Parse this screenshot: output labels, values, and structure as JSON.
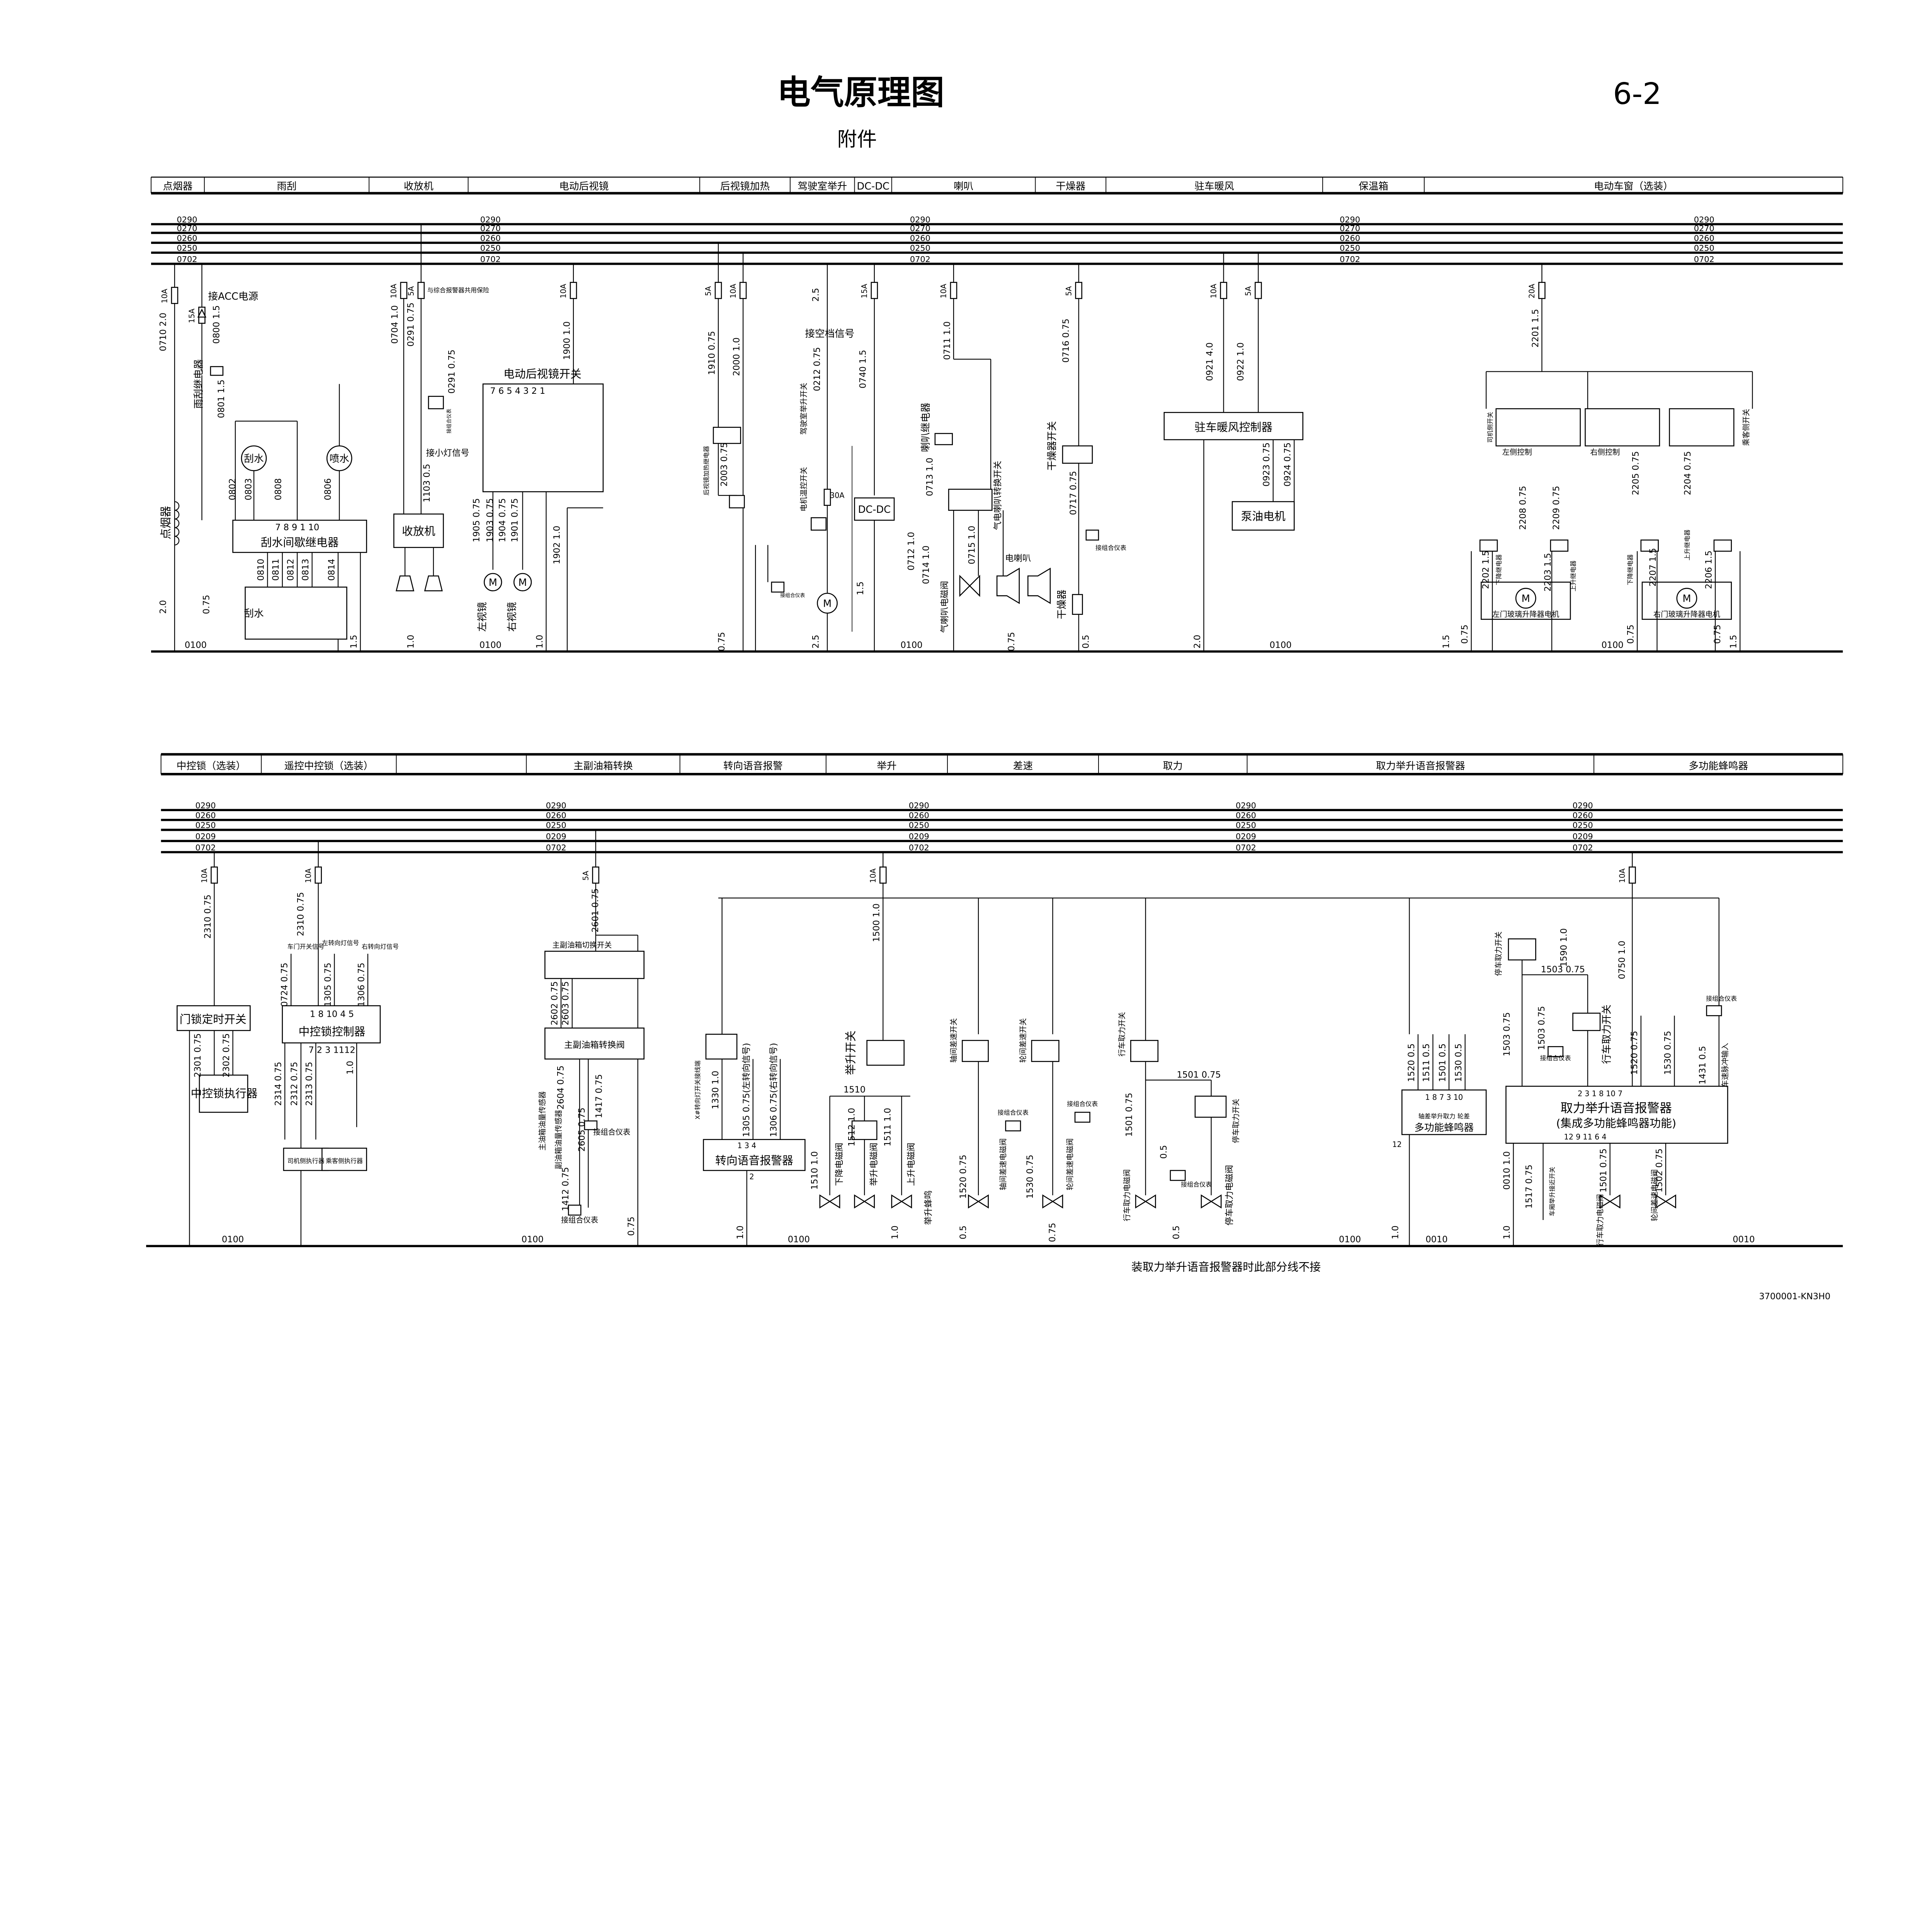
{
  "header": {
    "title": "电气原理图",
    "page": "6-2",
    "subtitle": "附件"
  },
  "top_sections": [
    "点烟器",
    "雨刮",
    "收放机",
    "电动后视镜",
    "后视镜加热",
    "驾驶室举升",
    "DC-DC",
    "喇叭",
    "干燥器",
    "驻车暖风",
    "保温箱",
    "电动车窗（选装）"
  ],
  "bottom_sections": [
    "中控锁（选装）",
    "遥控中控锁（选装）",
    "",
    "主副油箱转换",
    "转向语音报警",
    "举升",
    "差速",
    "取力",
    "取力举升语音报警器",
    "多功能蜂鸣器"
  ],
  "top_buses": [
    "0290",
    "0270",
    "0260",
    "0250",
    "0702"
  ],
  "bottom_buses": [
    "0290",
    "0260",
    "0250",
    "0209",
    "0702"
  ],
  "grounds": {
    "main": "0100",
    "alt": "0010"
  },
  "top_fuses": [
    "10A",
    "15A",
    "10A",
    "5A",
    "10A",
    "5A",
    "10A",
    "15A",
    "10A",
    "5A",
    "10A",
    "5A",
    "20A",
    "30A"
  ],
  "bottom_fuses": [
    "10A",
    "10A",
    "5A",
    "10A",
    "10A"
  ],
  "components": [
    "点烟器",
    "雨刮继电器",
    "刮水间歇继电器",
    "刮水",
    "喷水",
    "收放机",
    "电动后视镜开关",
    "左视镜",
    "右视镜",
    "后视镜加热继电器",
    "驾驶室举升开关",
    "电机温控开关",
    "DC-DC",
    "喇叭继电器",
    "气电喇叭转换开关",
    "气喇叭电磁阀",
    "电喇叭",
    "干燥器开关",
    "干燥器",
    "驻车暖风控制器",
    "泵油电机",
    "司机侧开关",
    "左侧控制",
    "右侧控制",
    "乘客侧开关",
    "下降继电器",
    "上升继电器",
    "下降继电器",
    "上升继电器",
    "左门玻璃升降器电机",
    "右门玻璃升降器电机",
    "门锁定时开关",
    "中控锁执行器",
    "中控锁控制器",
    "司机侧执行器",
    "乘客侧执行器",
    "主副油箱切换开关",
    "主副油箱转换阀",
    "主油箱油量传感器",
    "副油箱油量传感器",
    "转向语音报警器",
    "举升开关",
    "下降电磁阀",
    "举升电磁阀",
    "上升电磁阀",
    "举升蜂鸣",
    "轴间差速开关",
    "轮间差速开关",
    "轴间差速电磁阀",
    "轮间差速电磁阀",
    "行车取力开关",
    "停车取力开关",
    "行车取力电磁阀",
    "停车取力电磁阀",
    "取力举升语音报警器",
    "(集成多功能蜂鸣器功能)",
    "多功能蜂鸣器",
    "轴差举升取力 轮差",
    "停车取力开关",
    "行车取力开关",
    "车厢举升接近开关",
    "行车取力电磁阀",
    "轮间差速电磁阀",
    "刮水"
  ],
  "notes": [
    "接ACC电源",
    "与综合报警器共用保险",
    "接小灯信号",
    "接空档信号",
    "接组合仪表",
    "车门开关信号",
    "左转向灯信号",
    "右转向灯信号",
    "X#转向灯开关接线端",
    "车速脉冲输入"
  ],
  "pins": [
    "7  8  9   1  10",
    "1  8 10  4   5",
    "7  2  3      1112",
    "1 3 4",
    "2",
    "2        3   1   8  10   7",
    "12   9  11          6       4",
    "1  8  7  3  10",
    "12",
    "7 6 5 4 3 2 1"
  ],
  "top_wires": [
    "0710  2.0",
    "0801  1.5",
    "0800  1.5",
    "0802",
    "0803",
    "0808",
    "0806",
    "0810",
    "0811",
    "0812",
    "0813",
    "0814",
    "0704  1.0",
    "0291  0.75",
    "0291  0.75",
    "1103  0.5",
    "1900  1.0",
    "1905  0.75",
    "1903  0.75",
    "1904  0.75",
    "1901  0.75",
    "1902  1.0",
    "1910  0.75",
    "2000  1.0",
    "2003  0.75",
    "0212  0.75",
    "0740  1.5",
    "0711  1.0",
    "0713  1.0",
    "0712  1.0",
    "0714  1.0",
    "0715  1.0",
    "0716  0.75",
    "0717  0.75",
    "0921  4.0",
    "0922  1.0",
    "0923  0.75",
    "0924  0.75",
    "2201  1.5",
    "2202  1.5",
    "2203  1.5",
    "2208  0.75",
    "2209  0.75",
    "2204  0.75",
    "2205  0.75",
    "2206  1.5",
    "2207  1.5",
    "2.0",
    "0.75",
    "1.0",
    "1.0",
    "0.75",
    "2.5",
    "1.5",
    "0.75",
    "0.5",
    "2.0",
    "1.5",
    "0.75",
    "0.75",
    "1.5",
    "1.5",
    "0.75",
    "2.5"
  ],
  "bottom_wires": [
    "2310  0.75",
    "2310  0.75",
    "2301  0.75",
    "2302  0.75",
    "0724  0.75",
    "1305  0.75",
    "1306  0.75",
    "2314  0.75",
    "2312  0.75",
    "2313  0.75",
    "1.0",
    "2601  0.75",
    "2602  0.75",
    "2603  0.75",
    "2604  0.75",
    "2605  0.75",
    "1417  0.75",
    "1412  0.75",
    "0.75",
    "1500  1.0",
    "1330  1.0",
    "1305  0.75(左转向信号)",
    "1306  0.75(右转向信号)",
    "1510  1.0",
    "1512  1.0",
    "1511  1.0",
    "1510",
    "1520  0.75",
    "1530  0.75",
    "1501  0.75",
    "1501  0.75",
    "0.5",
    "1520  0.5",
    "1511  0.5",
    "1501  0.5",
    "1530  0.5",
    "1590  1.0",
    "1503  0.75",
    "1503  0.75",
    "1503  0.75",
    "0750  1.0",
    "1520  0.75",
    "1530  0.75",
    "1431  0.5",
    "0010  1.0",
    "1517  0.75",
    "1501  0.75",
    "1502  0.75",
    "1.0",
    "1.0",
    "0.5",
    "0.75",
    "0.5",
    "1.0",
    "1.0"
  ],
  "footnote": "装取力举升语音报警器时此部分线不接",
  "drawing_no": "3700001-KN3H0"
}
